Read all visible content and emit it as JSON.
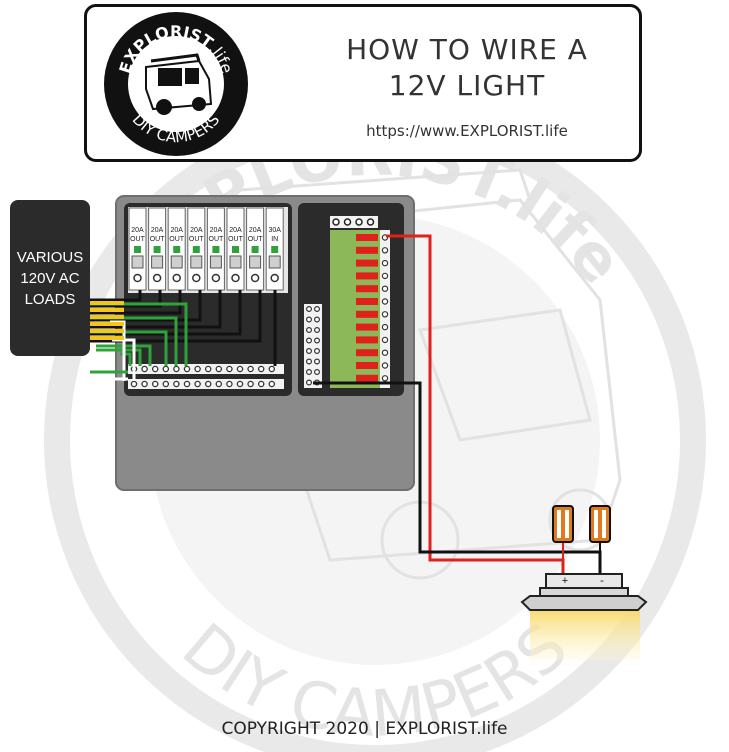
{
  "header": {
    "title_line1": "HOW TO WIRE A",
    "title_line2": "12V LIGHT",
    "url": "https://www.EXPLORIST.life"
  },
  "logo": {
    "top_text": "EXPLORIST",
    "top_suffix": ".life",
    "bottom_text": "DIY CAMPERS"
  },
  "watermark": {
    "top_text": "EXPLORIST.life",
    "bottom_text": "DIY CAMPERS"
  },
  "loads": {
    "line1": "VARIOUS",
    "line2": "120V AC",
    "line3": "LOADS"
  },
  "breakers": [
    {
      "amp": "20A",
      "label": "OUT"
    },
    {
      "amp": "20A",
      "label": "OUT"
    },
    {
      "amp": "20A",
      "label": "OUT"
    },
    {
      "amp": "20A",
      "label": "OUT"
    },
    {
      "amp": "20A",
      "label": "OUT"
    },
    {
      "amp": "20A",
      "label": "OUT"
    },
    {
      "amp": "20A",
      "label": "OUT"
    },
    {
      "amp": "30A",
      "label": "IN"
    }
  ],
  "light": {
    "plus": "+",
    "minus": "-"
  },
  "colors": {
    "panel": "#8a8a8a",
    "dc_panel": "#2b2b2b",
    "fuse_board": "#8db85a",
    "fuse": "#e0201b",
    "positive_wire": "#e0201b",
    "negative_wire": "#111111",
    "ac_wire": "#f5c518",
    "ground_wire": "#2fa33a",
    "connector": "#e07a1f"
  },
  "footer": {
    "copyright": "COPYRIGHT 2020 | EXPLORIST.life"
  }
}
